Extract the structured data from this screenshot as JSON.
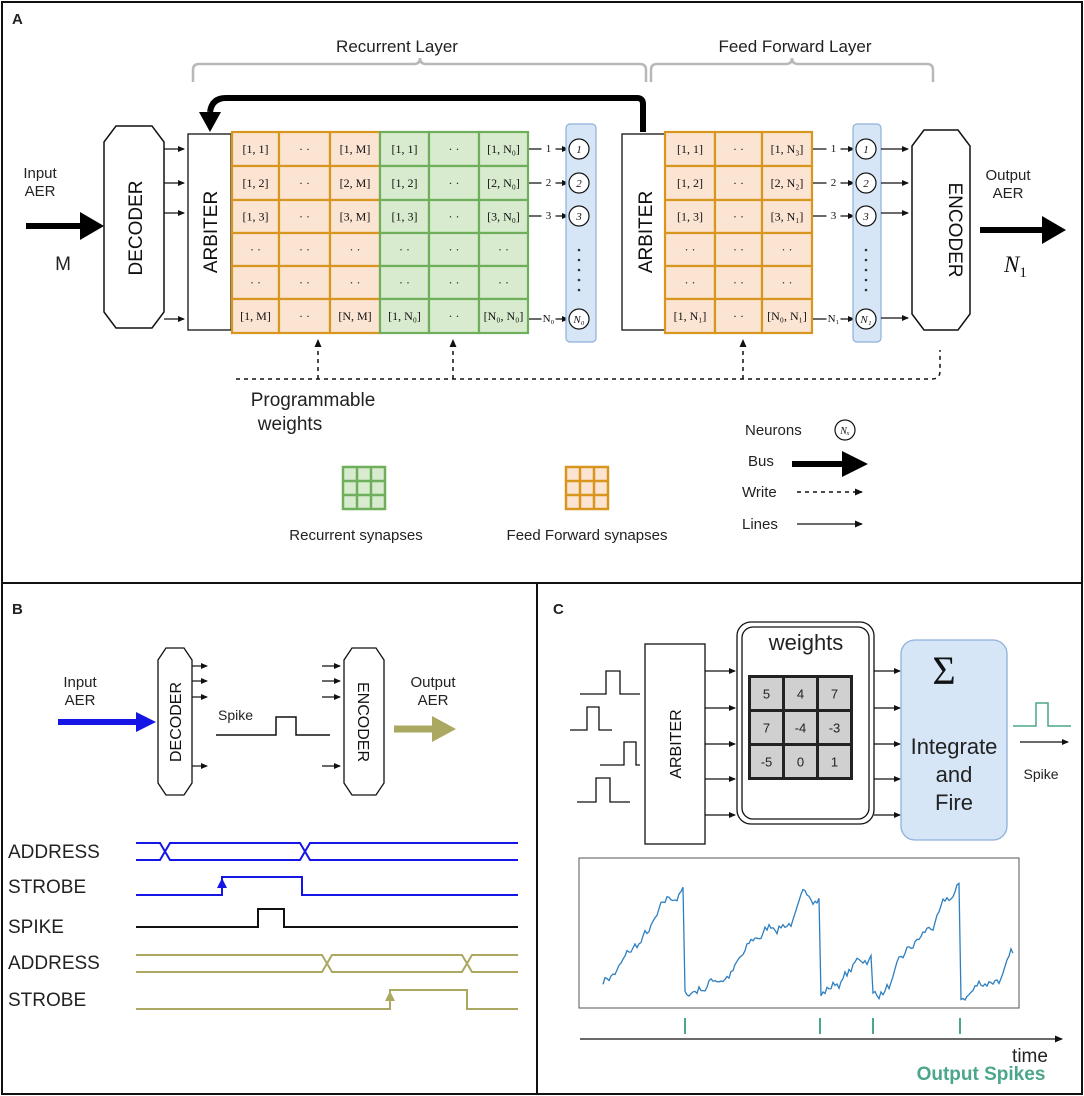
{
  "panel_a": {
    "label": "A",
    "recurrent_layer": "Recurrent Layer",
    "feed_forward_layer": "Feed Forward Layer",
    "input": {
      "line1": "Input",
      "line2": "AER",
      "bus": "M"
    },
    "decoder": "DECODER",
    "arbiter": "ARBITER",
    "encoder": "ENCODER",
    "output": {
      "line1": "Output",
      "line2": "AER",
      "bus": "N",
      "bus_sub": "1"
    },
    "ff_matrix_1": [
      [
        "[1, 1]",
        "· ·",
        "[1, M]"
      ],
      [
        "[1, 2]",
        "· ·",
        "[2, M]"
      ],
      [
        "[1, 3]",
        "· ·",
        "[3, M]"
      ],
      [
        "· ·",
        "· ·",
        "· ·"
      ],
      [
        "· ·",
        "· ·",
        "· ·"
      ],
      [
        "[1, M]",
        "· ·",
        "[N, M]"
      ]
    ],
    "rec_matrix": [
      [
        "[1, 1]",
        "· ·",
        "[1, N₀]"
      ],
      [
        "[1, 2]",
        "· ·",
        "[2, N₀]"
      ],
      [
        "[1, 3]",
        "· ·",
        "[3, N₀]"
      ],
      [
        "· ·",
        "· ·",
        "· ·"
      ],
      [
        "· ·",
        "· ·",
        "· ·"
      ],
      [
        "[1, N₀]",
        "· ·",
        "[N₀, N₀]"
      ]
    ],
    "ff_matrix_2": [
      [
        "[1, 1]",
        "· ·",
        "[1, N₃]"
      ],
      [
        "[1, 2]",
        "· ·",
        "[2, N₂]"
      ],
      [
        "[1, 3]",
        "· ·",
        "[3, N₁]"
      ],
      [
        "· ·",
        "· ·",
        "· ·"
      ],
      [
        "· ·",
        "· ·",
        "· ·"
      ],
      [
        "[1, N₁]",
        "· ·",
        "[N₀, N₁]"
      ]
    ],
    "neurons_1": [
      "1",
      "2",
      "3",
      "N₀"
    ],
    "neurons_2": [
      "1",
      "2",
      "3",
      "N₁"
    ],
    "line_labels_1": [
      "1",
      "2",
      "3",
      "N₀"
    ],
    "line_labels_2": [
      "1",
      "2",
      "3",
      "N₁"
    ],
    "programmable": {
      "line1": "Programmable",
      "line2": "weights"
    },
    "legend": {
      "neurons": "Neurons",
      "neuron_symbol": "Nₓ",
      "bus": "Bus",
      "write": "Write",
      "lines": "Lines",
      "recurrent_synapses": "Recurrent synapses",
      "ff_synapses": "Feed Forward synapses"
    },
    "colors": {
      "orange": "#D8961F",
      "orange_fill": "#FCE4D3",
      "green": "#6FAE5A",
      "green_fill": "#D8EBCF",
      "neuron_col": "#D6E6F7"
    }
  },
  "panel_b": {
    "label": "B",
    "input": {
      "line1": "Input",
      "line2": "AER"
    },
    "output": {
      "line1": "Output",
      "line2": "AER"
    },
    "decoder": "DECODER",
    "encoder": "ENCODER",
    "spike": "Spike",
    "signals": [
      "ADDRESS",
      "STROBE",
      "SPIKE",
      "ADDRESS",
      "STROBE"
    ],
    "colors": {
      "input": "#1515E6",
      "output": "#ABA862",
      "spike": "#111111"
    }
  },
  "panel_c": {
    "label": "C",
    "arbiter": "ARBITER",
    "weights_title": "weights",
    "weights": [
      [
        "5",
        "4",
        "7"
      ],
      [
        "7",
        "-4",
        "-3"
      ],
      [
        "-5",
        "0",
        "1"
      ]
    ],
    "sigma": "Σ",
    "integrate": {
      "line1": "Integrate",
      "line2": "and",
      "line3": "Fire"
    },
    "spike": "Spike",
    "time": "time",
    "output_spikes": "Output Spikes",
    "colors": {
      "trace": "#2E7FC0",
      "spikes": "#4BA68C",
      "if_fill": "#D6E6F7"
    }
  }
}
